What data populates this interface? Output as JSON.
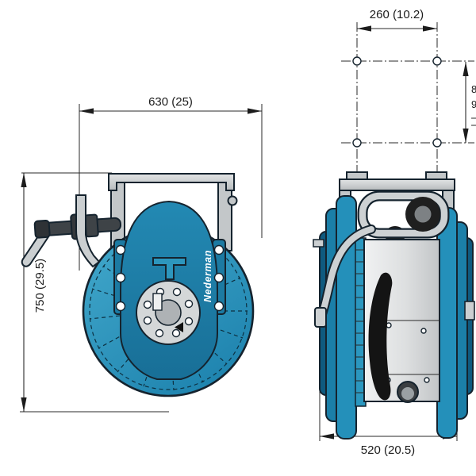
{
  "meta": {
    "type": "technical-dimension-drawing",
    "subject": "hose reel, front and side views with mounting hole pattern"
  },
  "colors": {
    "background": "#ffffff",
    "teal_disc": "#2a95bf",
    "teal_disc_light": "#43a9cc",
    "teal_cover": "#1e7ea8",
    "teal_flange_main": "#2490ba",
    "teal_flange_mid": "#1b7fa8",
    "teal_flange_dark": "#0f5a7f",
    "gray_part": "#cbcfd1",
    "gray_hub": "#d4d7d8",
    "hose_dark": "#3e4347",
    "outline": "#15232e",
    "dimension": "#2a2a2a"
  },
  "labels": {
    "dim_front_width": "630 (25)",
    "dim_front_height": "750 (29.5)",
    "dim_bolt_spacing": "260 (10.2)",
    "dim_side_width": "520 (20.5)",
    "dim_right_fragment_top": "8",
    "dim_right_fragment_bottom": "9",
    "brand": "Nederman"
  }
}
